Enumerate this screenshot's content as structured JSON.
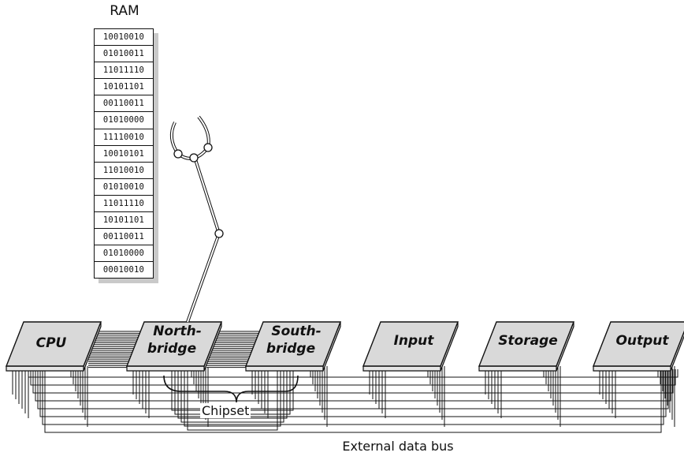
{
  "ram": {
    "title": "RAM",
    "rows": [
      "10010010",
      "01010011",
      "11011110",
      "10101101",
      "00110011",
      "01010000",
      "11110010",
      "10010101",
      "11010010",
      "01010010",
      "11011110",
      "10101101",
      "00110011",
      "01010000",
      "00010010"
    ]
  },
  "chips": {
    "cpu": "CPU",
    "northbridge": [
      "North-",
      "bridge"
    ],
    "southbridge": [
      "South-",
      "bridge"
    ],
    "input": "Input",
    "storage": "Storage",
    "output": "Output"
  },
  "labels": {
    "chipset": "Chipset",
    "external_bus": "External data bus"
  }
}
